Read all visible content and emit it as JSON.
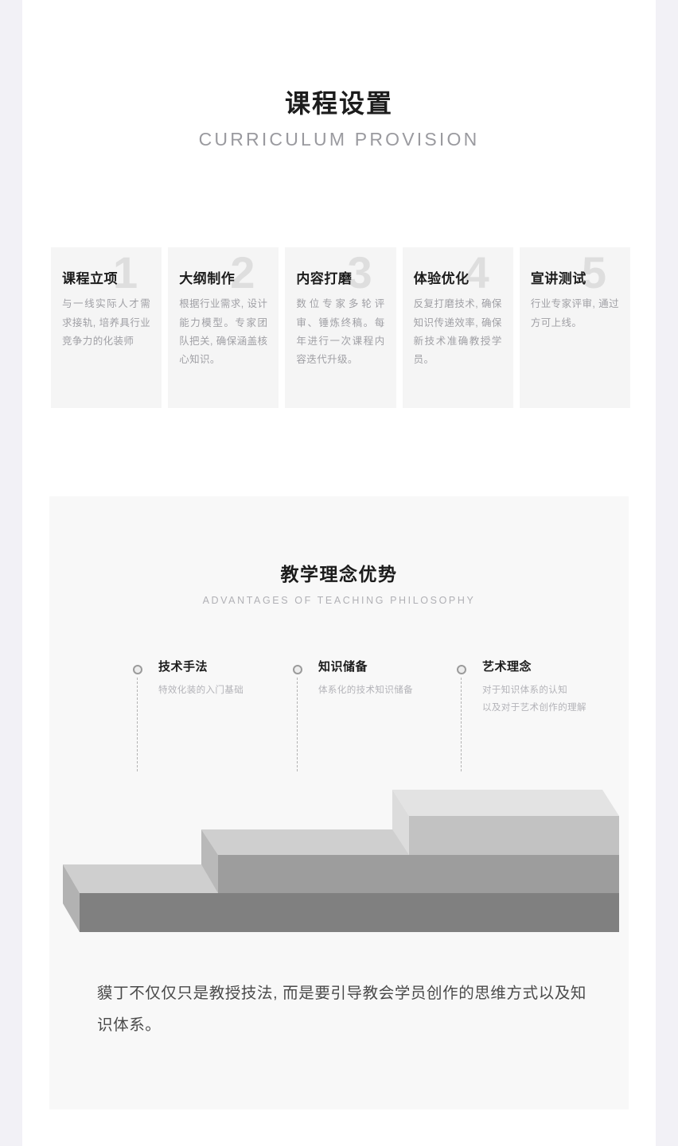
{
  "header": {
    "title_cn": "课程设置",
    "title_en": "CURRICULUM PROVISION"
  },
  "curriculum_steps": [
    {
      "number": "1",
      "title": "课程立项",
      "desc": "与一线实际人才需求接轨, 培养具行业竞争力的化装师"
    },
    {
      "number": "2",
      "title": "大纲制作",
      "desc": "根据行业需求, 设计能力模型。专家团队把关, 确保涵盖核心知识。"
    },
    {
      "number": "3",
      "title": "内容打磨",
      "desc": "数位专家多轮评审、锤炼终稿。每年进行一次课程内容迭代升级。"
    },
    {
      "number": "4",
      "title": "体验优化",
      "desc": "反复打磨技术, 确保知识传递效率, 确保新技术准确教授学员。"
    },
    {
      "number": "5",
      "title": "宣讲测试",
      "desc": "行业专家评审, 通过方可上线。"
    }
  ],
  "philosophy": {
    "title_cn": "教学理念优势",
    "title_en": "ADVANTAGES OF TEACHING PHILOSOPHY",
    "milestones": [
      {
        "title": "技术手法",
        "desc_line1": "特效化装的入门基础",
        "desc_line2": ""
      },
      {
        "title": "知识储备",
        "desc_line1": "体系化的技术知识储备",
        "desc_line2": ""
      },
      {
        "title": "艺术理念",
        "desc_line1": "对于知识体系的认知",
        "desc_line2": "以及对于艺术创作的理解"
      }
    ],
    "closing_statement": "貘丁不仅仅只是教授技法, 而是要引导教会学员创作的思维方式以及知识体系。"
  },
  "colors": {
    "page_background": "#ffffff",
    "outer_strip": "#f2f1f6",
    "card_background": "#f5f5f5",
    "panel_background": "#f8f8f8",
    "card_number": "#dedede",
    "heading_text": "#1c1c1c",
    "muted_text": "#a0a0a5",
    "dot_ring": "#9b9b9b",
    "stair_top_light": "#e0e0e0",
    "stair_front_dark": "#808080"
  }
}
